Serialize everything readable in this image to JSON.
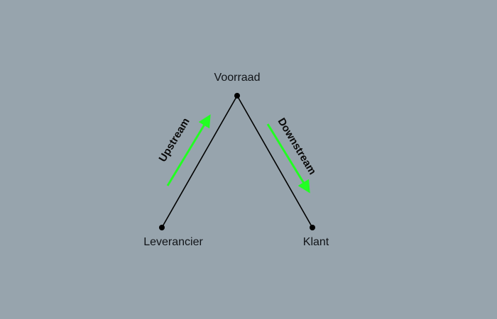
{
  "diagram": {
    "background_color": "#97a4ad",
    "line_color": "#000000",
    "arrow_color": "#22ff22",
    "nodes": {
      "top": {
        "label": "Voorraad"
      },
      "left": {
        "label": "Leverancier"
      },
      "right": {
        "label": "Klant"
      }
    },
    "flows": {
      "upstream": {
        "label": "Upstream",
        "direction": "Leverancier → Voorraad"
      },
      "downstream": {
        "label": "Downstream",
        "direction": "Voorraad → Klant"
      }
    }
  }
}
